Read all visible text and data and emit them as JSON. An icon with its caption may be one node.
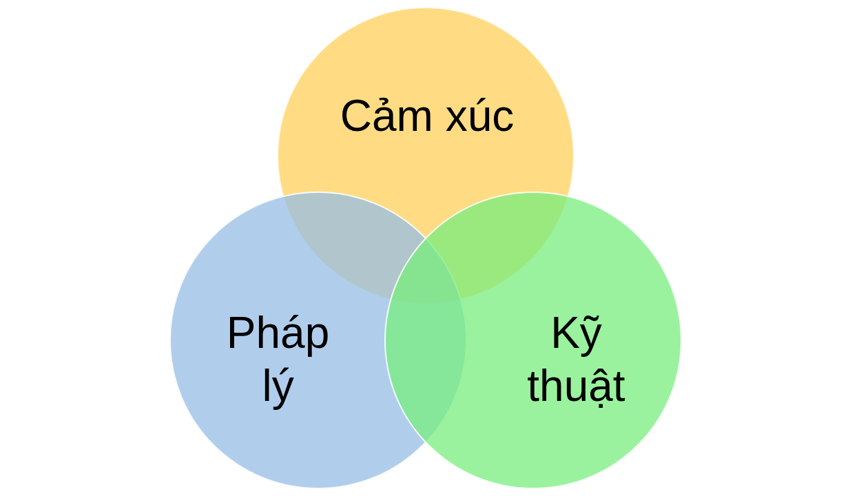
{
  "diagram": {
    "nodes": [
      {
        "text": [
          "Cảm xúc"
        ]
      },
      {
        "text": [
          "Pháp lý"
        ]
      },
      {
        "text": [
          "Kỹ thuật"
        ]
      }
    ]
  }
}
